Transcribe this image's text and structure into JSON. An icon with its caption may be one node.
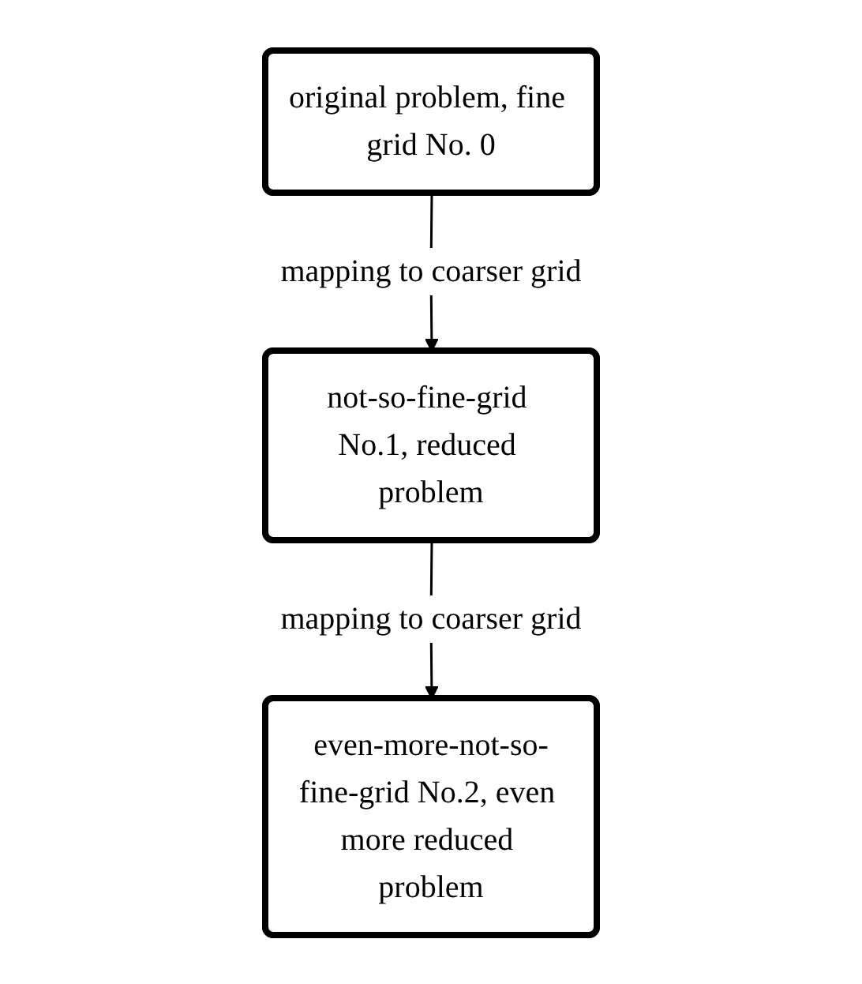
{
  "diagram": {
    "nodes": [
      {
        "text": [
          "original problem, fine grid No. 0"
        ]
      },
      {
        "text": [
          "not-so-fine-grid No.1, reduced problem"
        ]
      },
      {
        "text": [
          "even-more-not-so-fine-grid No.2, even more reduced problem"
        ]
      }
    ],
    "edges": [
      {
        "from": 0,
        "to": 1,
        "arrow": "to",
        "label": "mapping to coarser grid"
      },
      {
        "from": 1,
        "to": 2,
        "arrow": "to",
        "label": "mapping to coarser grid"
      }
    ]
  }
}
